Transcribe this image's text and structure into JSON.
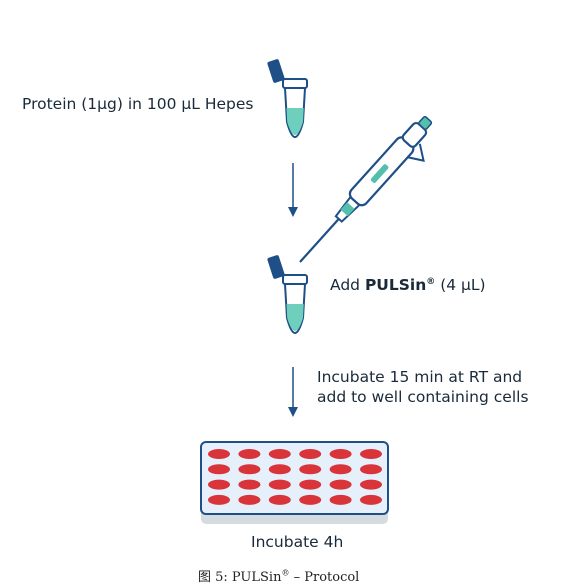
{
  "steps": {
    "protein_label": "Protein (1µg) in 100 µL Hepes",
    "add_prefix": "Add ",
    "add_brand": "PULSin",
    "add_reg": "®",
    "add_suffix": " (4 µL)",
    "incubate_line1": "Incubate 15 min at RT and",
    "incubate_line2": "add to well containing cells",
    "incubate_4h": "Incubate 4h"
  },
  "caption": {
    "prefix": "图 5: PULSin",
    "reg": "®",
    "suffix": " – Protocol"
  },
  "plate": {
    "rows": 4,
    "cols": 6
  },
  "colors": {
    "navy": "#1e4f87",
    "liquid": "#6fcfbd",
    "well_red": "#d9343a",
    "plate_fill": "#e6f0fa",
    "plate_base": "#d6dbe0",
    "pipette_teal": "#55bfae"
  },
  "icons": [
    "tube-icon",
    "pipette-icon",
    "arrow-down-icon",
    "well-plate-icon"
  ]
}
